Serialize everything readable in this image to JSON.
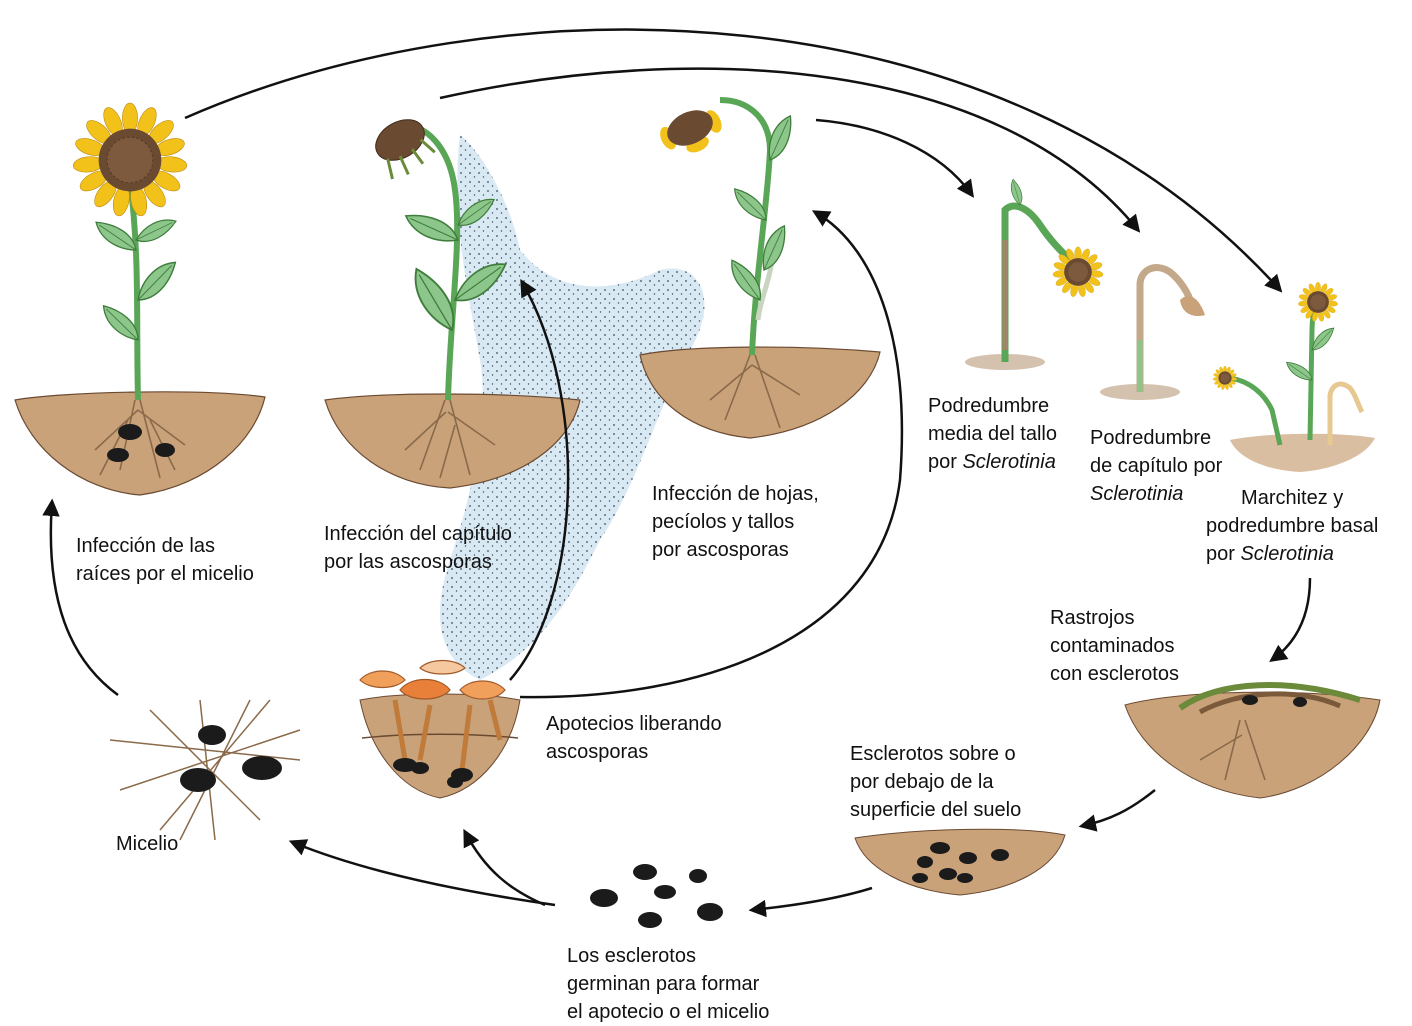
{
  "labels": {
    "roots": [
      "Infección de las",
      "raíces por el micelio"
    ],
    "capitulum": [
      "Infección del capítulo",
      "por las ascosporas"
    ],
    "leaves": [
      "Infección de hojas,",
      "pecíolos y tallos",
      "por ascosporas"
    ],
    "stem_rot": {
      "line1": "Podredumbre",
      "line2": "media del tallo",
      "line3_prefix": "por ",
      "line3_italic": "Sclerotinia"
    },
    "head_rot": {
      "line1": "Podredumbre",
      "line2": "de capítulo por",
      "line3_italic": "Sclerotinia"
    },
    "wilt": {
      "line1": "Marchitez y",
      "line2": "podredumbre basal",
      "line3_prefix": "por ",
      "line3_italic": "Sclerotinia"
    },
    "stubble": [
      "Rastrojos",
      "contaminados",
      "con esclerotos"
    ],
    "soil_sclerotia": [
      "Esclerotos sobre o",
      "por debajo de la",
      "superficie del suelo"
    ],
    "germinate": [
      "Los esclerotos",
      "germinan para formar",
      "el apotecio o el micelio"
    ],
    "apothecia": [
      "Apotecios liberando",
      "ascosporas"
    ],
    "mycelium": "Micelio"
  },
  "colors": {
    "soil": "#c9a27a",
    "soil_dark": "#8a6a4a",
    "leaf": "#8cc68a",
    "stem": "#5aa657",
    "petal": "#f2c21b",
    "disk": "#6b4a32",
    "sclerotia": "#1b1b1b",
    "apothecia": "#f0a05a",
    "spores": "#cfe3f1",
    "arrow": "#111111"
  }
}
